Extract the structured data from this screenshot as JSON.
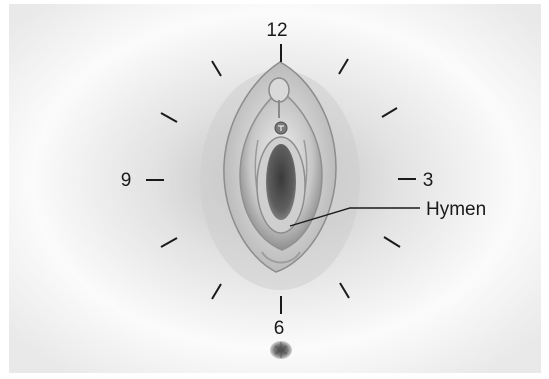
{
  "clock": {
    "labels": {
      "twelve": "12",
      "three": "3",
      "six": "6",
      "nine": "9"
    },
    "tick_count": 12
  },
  "callout": {
    "label": "Hymen"
  },
  "colors": {
    "background": "#f7f7f7",
    "shadow": "#c4c4c4",
    "tissue_light": "#e4e4e4",
    "tissue_mid": "#a9a9a9",
    "tissue_dark": "#4d4d4d",
    "tick": "#1a1a1a"
  }
}
